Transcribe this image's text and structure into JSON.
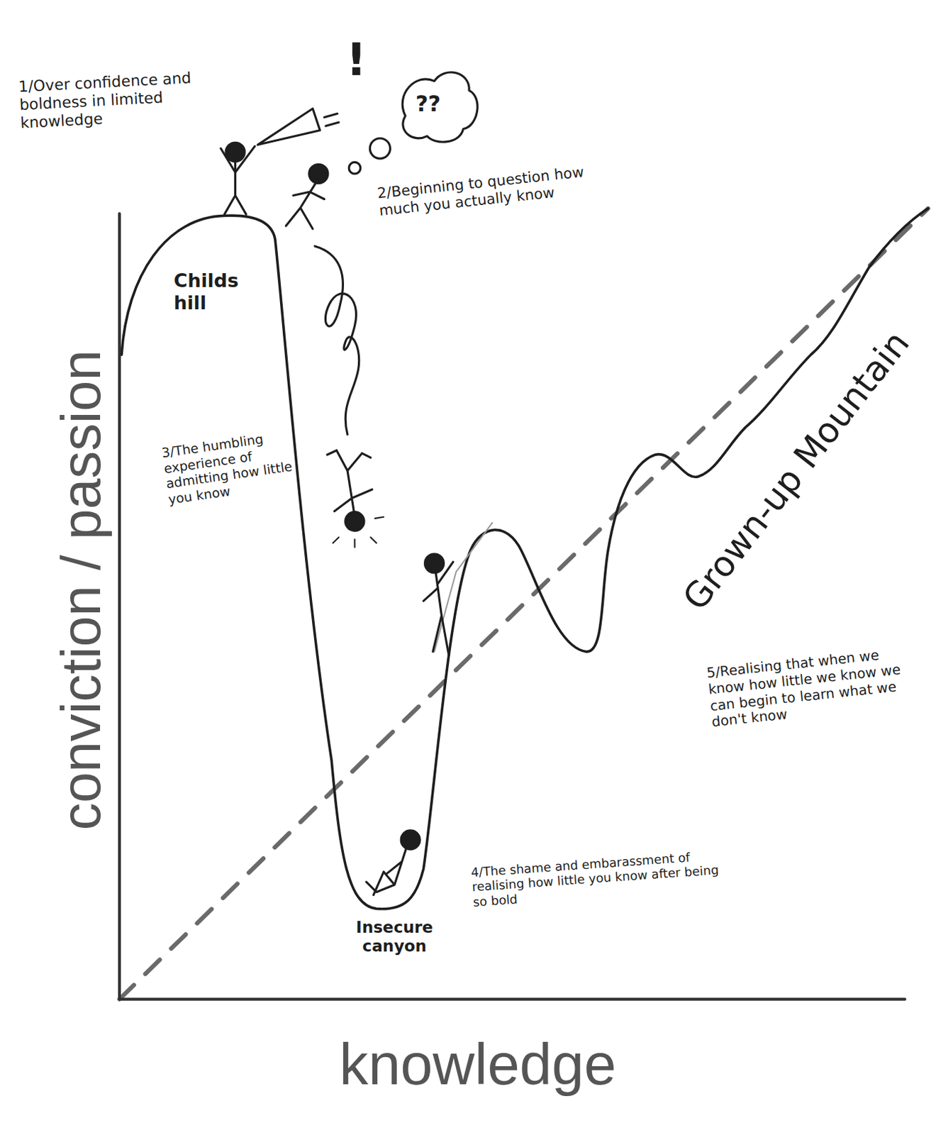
{
  "diagram": {
    "labels": [
      "1/Over confidence and boldness in limited knowledge",
      "!",
      "??",
      "2/Beginning to question how much you actually know",
      "Childs hill",
      "3/The humbling experience of admitting how little you know",
      "Insecure canyon",
      "4/The shame and embarassment of realising how little you know after being so bold",
      "Grown-up Mountain",
      "5/Realising that when we know how little we know we can begin to learn what we don't know",
      "conviction / passion",
      "knowledge"
    ]
  }
}
